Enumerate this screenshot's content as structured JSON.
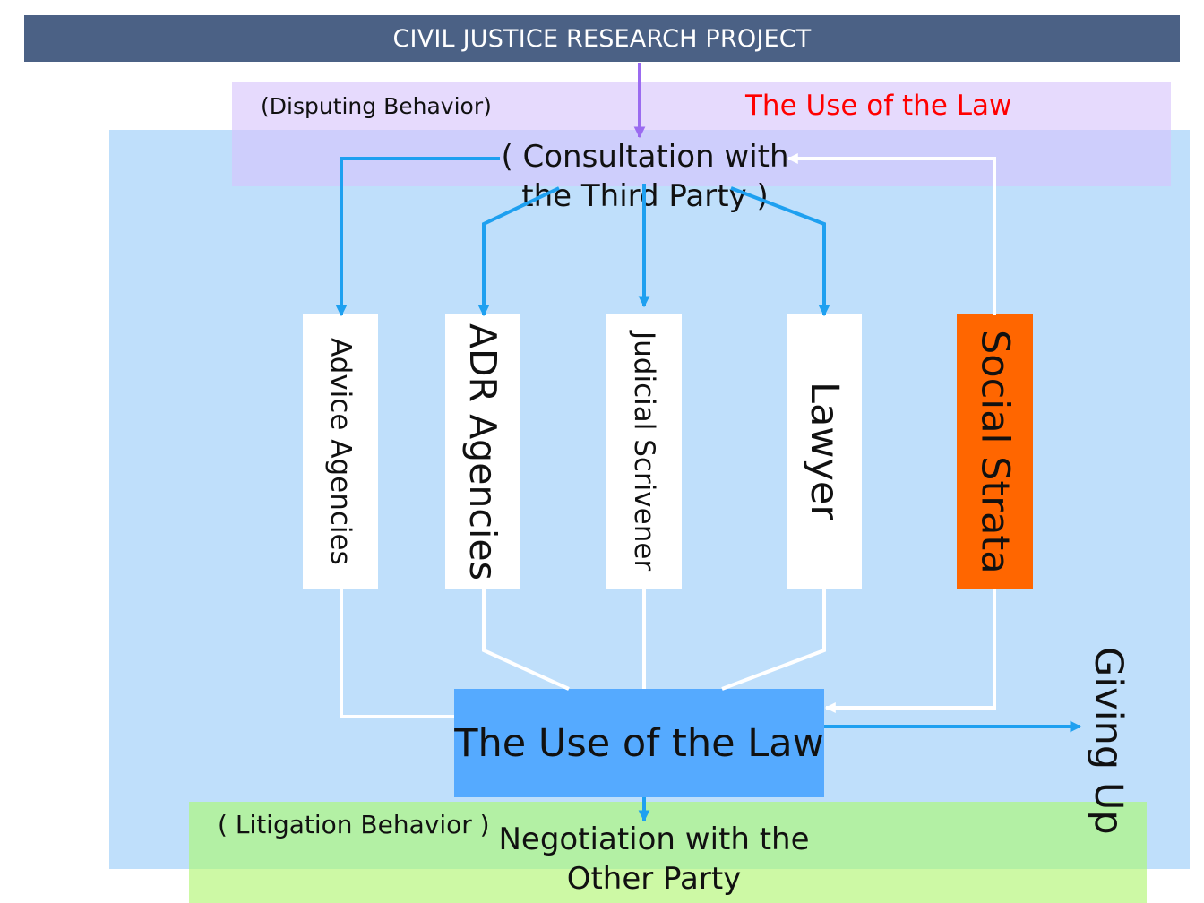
{
  "title": "CIVIL JUSTICE RESEARCH PROJECT",
  "top_band": {
    "left_label": "(Disputing Behavior)",
    "right_label": "The Use of the Law"
  },
  "consultation": "( Consultation with the Third Party )",
  "columns": [
    {
      "label": "Advice Agencies"
    },
    {
      "label": "ADR Agencies"
    },
    {
      "label": "Judicial Scrivener"
    },
    {
      "label": "Lawyer"
    },
    {
      "label": "Social Strata"
    }
  ],
  "use_of_law_box": "The Use of the Law",
  "giving_up": "Giving Up",
  "bottom_band": {
    "left_label": "( Litigation Behavior )",
    "negotiation": "Negotiation with the Other Party"
  },
  "colors": {
    "title_bar": "#4b6185",
    "panel": "#bfdffb",
    "band_top": "#d6c4fc",
    "band_bottom": "#b3f0a4",
    "accent_red": "#ff0000",
    "arrow_blue": "#1ea0f0",
    "arrow_purple": "#9b6bf0",
    "social_strata": "#ff6600",
    "use_law_box": "#55aaff"
  }
}
